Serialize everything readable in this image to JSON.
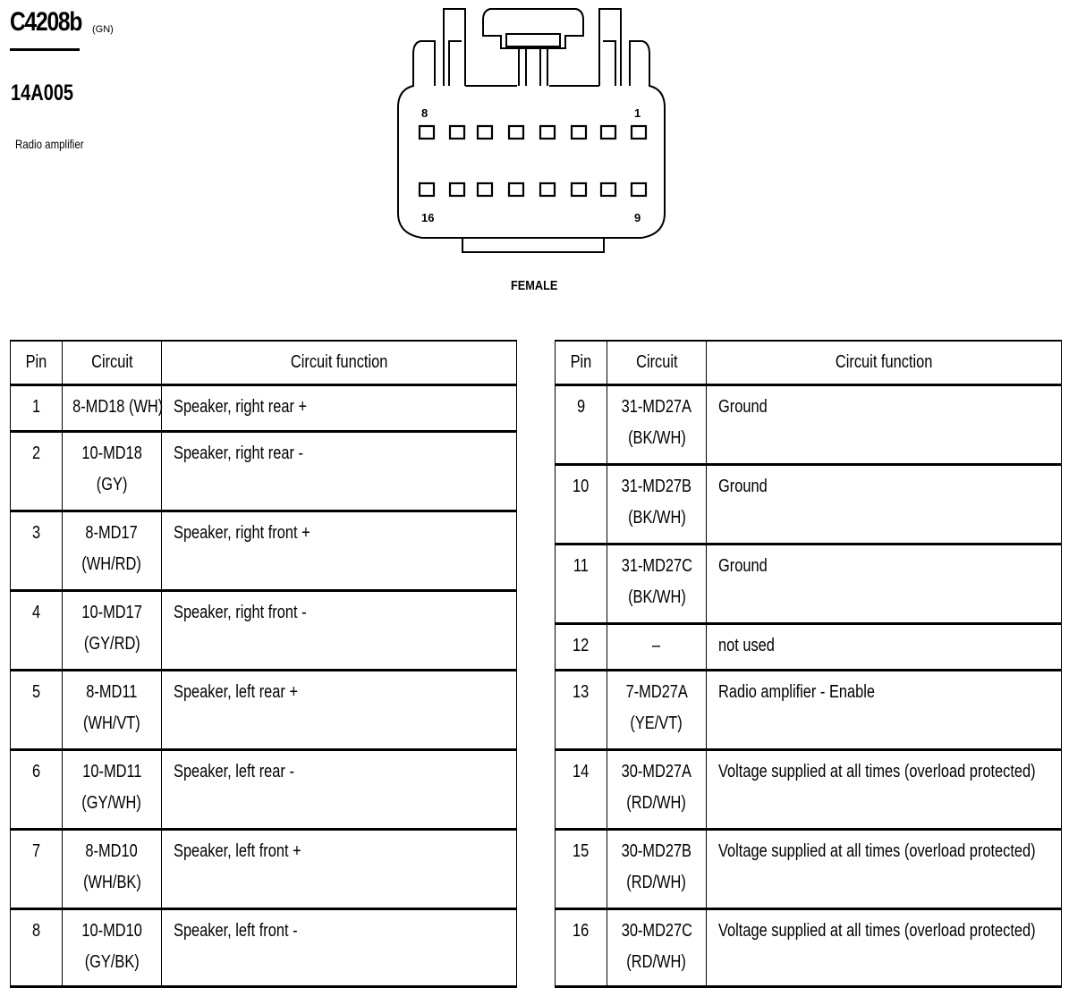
{
  "header": {
    "connector_id": "C4208b",
    "connector_color": "(GN)",
    "part_number": "14A005",
    "component": "Radio amplifier"
  },
  "connector_view": {
    "pin_labels": {
      "top_left": "8",
      "top_right": "1",
      "bottom_left": "16",
      "bottom_right": "9"
    },
    "gender_label": "FEMALE"
  },
  "table_headers": {
    "pin": "Pin",
    "circuit": "Circuit",
    "function": "Circuit function"
  },
  "left_pins": [
    {
      "pin": "1",
      "circuit": [
        "8-MD18 (WH)"
      ],
      "function": "Speaker, right rear  +"
    },
    {
      "pin": "2",
      "circuit": [
        "10-MD18",
        "(GY)"
      ],
      "function": "Speaker, right rear  -"
    },
    {
      "pin": "3",
      "circuit": [
        "8-MD17",
        "(WH/RD)"
      ],
      "function": "Speaker, right front  +"
    },
    {
      "pin": "4",
      "circuit": [
        "10-MD17",
        "(GY/RD)"
      ],
      "function": "Speaker, right front  -"
    },
    {
      "pin": "5",
      "circuit": [
        "8-MD11",
        "(WH/VT)"
      ],
      "function": "Speaker, left rear +"
    },
    {
      "pin": "6",
      "circuit": [
        "10-MD11",
        "(GY/WH)"
      ],
      "function": "Speaker, left rear -"
    },
    {
      "pin": "7",
      "circuit": [
        "8-MD10",
        "(WH/BK)"
      ],
      "function": "Speaker, left front  +"
    },
    {
      "pin": "8",
      "circuit": [
        "10-MD10",
        "(GY/BK)"
      ],
      "function": "Speaker, left front  -"
    }
  ],
  "right_pins": [
    {
      "pin": "9",
      "circuit": [
        "31-MD27A",
        "(BK/WH)"
      ],
      "function": "Ground"
    },
    {
      "pin": "10",
      "circuit": [
        "31-MD27B",
        "(BK/WH)"
      ],
      "function": "Ground"
    },
    {
      "pin": "11",
      "circuit": [
        "31-MD27C",
        "(BK/WH)"
      ],
      "function": "Ground"
    },
    {
      "pin": "12",
      "circuit": [
        "–"
      ],
      "function": "not used"
    },
    {
      "pin": "13",
      "circuit": [
        "7-MD27A",
        "(YE/VT)"
      ],
      "function": "Radio amplifier - Enable"
    },
    {
      "pin": "14",
      "circuit": [
        "30-MD27A",
        "(RD/WH)"
      ],
      "function": "Voltage supplied at all times (overload protected)"
    },
    {
      "pin": "15",
      "circuit": [
        "30-MD27B",
        "(RD/WH)"
      ],
      "function": "Voltage supplied at all times (overload protected)"
    },
    {
      "pin": "16",
      "circuit": [
        "30-MD27C",
        "(RD/WH)"
      ],
      "function": "Voltage supplied at all times (overload protected)"
    }
  ]
}
